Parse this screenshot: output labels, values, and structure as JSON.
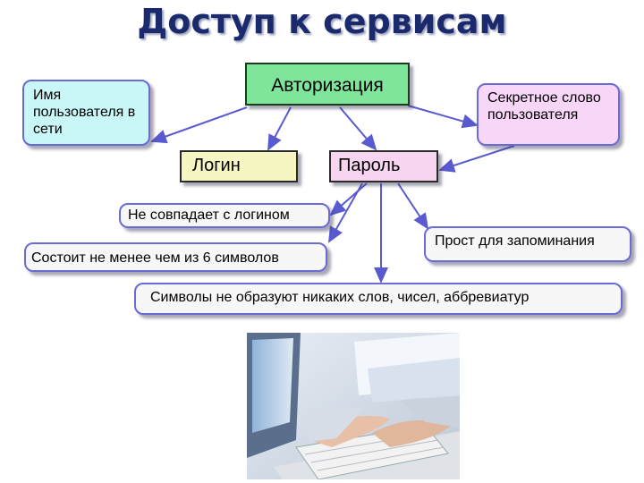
{
  "title": "Доступ к сервисам",
  "nodes": {
    "auth": "Авторизация",
    "user": "Имя пользователя в сети",
    "secret": "Секретное слово пользователя",
    "login": "Логин",
    "password": "Пароль",
    "no_match": "Не совпадает с логином",
    "six": "Состоит не менее чем из 6 символов",
    "simple": "Прост для запоминания",
    "symbols": "Символы не образуют никаких слов, чисел, аббревиатур"
  },
  "colors": {
    "title": "#1a2a6c",
    "arrow": "#5a5ad0",
    "auth": "#7fe59b",
    "user": "#c9f6f6",
    "secret": "#f8d6f8",
    "login": "#f6f6c2",
    "password": "#f7d4ef"
  },
  "image": "office-workers-typing-on-keyboard"
}
